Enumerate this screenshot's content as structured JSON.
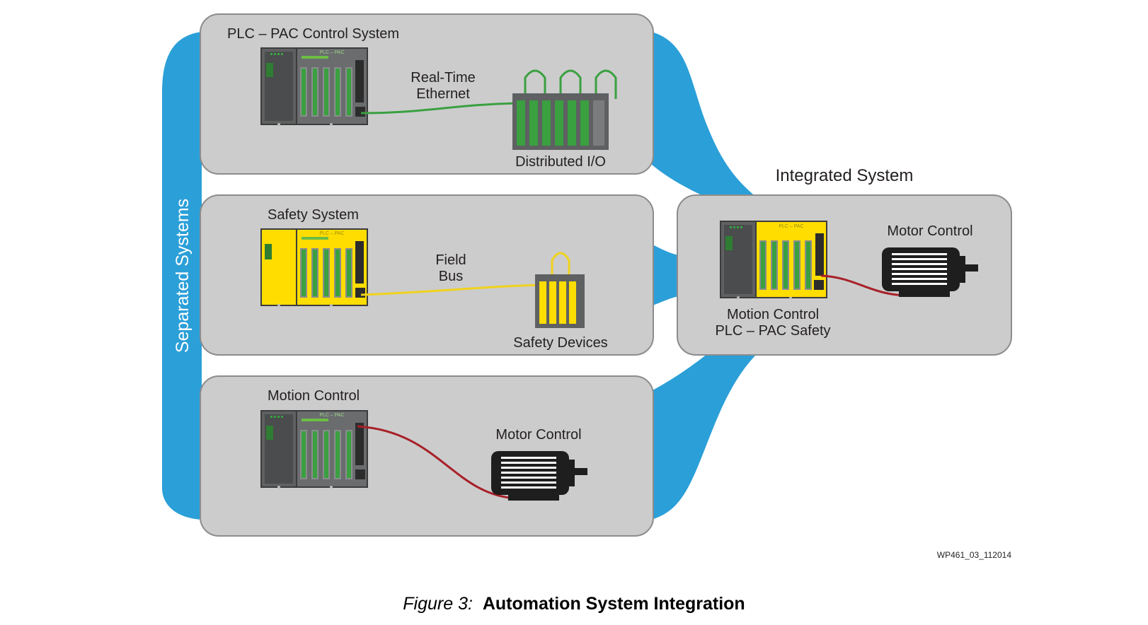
{
  "separated_label": "Separated Systems",
  "integrated_title": "Integrated System",
  "panels": {
    "control": {
      "title": "PLC – PAC Control System",
      "link_line1": "Real-Time",
      "link_line2": "Ethernet",
      "device": "Distributed I/O"
    },
    "safety": {
      "title": "Safety System",
      "link_line1": "Field",
      "link_line2": "Bus",
      "device": "Safety Devices"
    },
    "motion": {
      "title": "Motion Control",
      "device": "Motor Control"
    },
    "integrated": {
      "device": "Motor Control",
      "controller_line1": "Motion Control",
      "controller_line2": "PLC – PAC Safety"
    }
  },
  "plc_tag": "PLC – PAC",
  "figure_id": "WP461_03_112014",
  "caption": {
    "number": "Figure 3:",
    "title": "Automation System Integration"
  },
  "colors": {
    "flow_blue": "#2b9fd8",
    "panel_gray": "#cccccd",
    "ethernet_green": "#3aa040",
    "fieldbus_yellow": "#f0d21c",
    "motor_red": "#a82028",
    "safety_yellow": "#ffdd00"
  }
}
